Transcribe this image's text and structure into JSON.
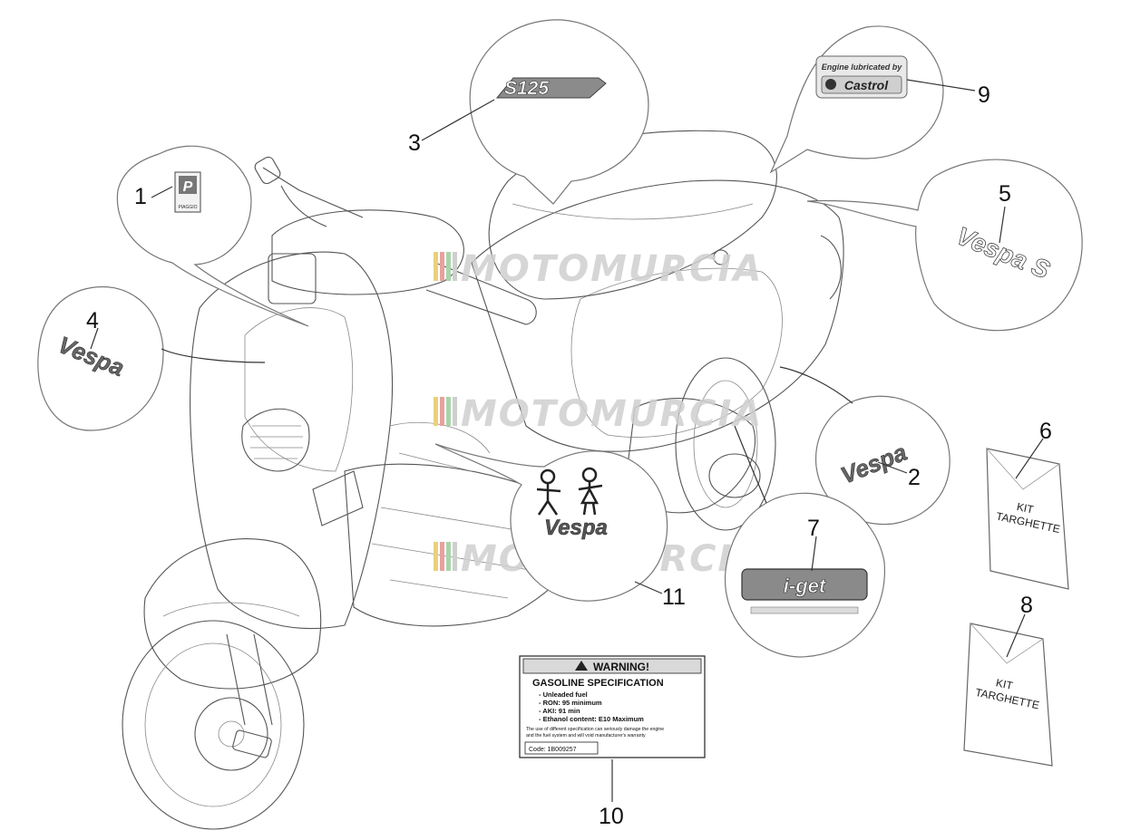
{
  "callouts": {
    "n1": "1",
    "n2": "2",
    "n3": "3",
    "n4": "4",
    "n5": "5",
    "n6": "6",
    "n7": "7",
    "n8": "8",
    "n9": "9",
    "n10": "10",
    "n11": "11"
  },
  "watermark": "MOTOMURCIA",
  "decals": {
    "s125": "S125",
    "vespa": "Vespa",
    "vespa_s": "Vespa S",
    "iget": "i-get",
    "castrol_line1": "Engine lubricated by",
    "castrol_line2": "Castrol",
    "piaggio_letter": "P",
    "piaggio_word": "PIAGGIO"
  },
  "kit": {
    "line1": "KIT",
    "line2": "TARGHETTE"
  },
  "warning_label": {
    "header": "WARNING!",
    "title": "GASOLINE SPECIFICATION",
    "bullets": [
      "- Unleaded fuel",
      "- RON: 95 minimum",
      "- AKI: 91 min",
      "- Ethanol content: E10 Maximum"
    ],
    "note1": "The use of different specification can seriously damage the engine",
    "note2": "and the fuel system and will void manufacturer's warranty",
    "code": "Code: 1B009257"
  },
  "colors": {
    "line": "#555555",
    "watermark": "#d0d0d0",
    "badge_gray": "#6a6a6a"
  }
}
